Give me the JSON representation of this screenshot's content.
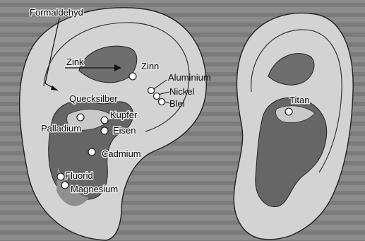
{
  "diagram": {
    "left_ear_labels": {
      "formaldehyd": "Formaldehyd",
      "zink": "Zink",
      "zinn": "Zinn",
      "aluminium": "Aluminium",
      "nickel": "Nickel",
      "blei": "Blei",
      "quecksilber": "Quecksilber",
      "kupfer": "Kupfer",
      "palladium": "Palladium",
      "eisen": "Eisen",
      "cadmium": "Cadmium",
      "fluorid": "Fluorid",
      "magnesium": "Magnesium"
    },
    "right_ear_labels": {
      "titan": "Titan"
    }
  },
  "colors": {
    "background_text_block": "#8e8e8e",
    "ear_fill": "#d4d4d4",
    "ear_shadow": "#6a6a6a",
    "point_fill": "#ffffff"
  }
}
